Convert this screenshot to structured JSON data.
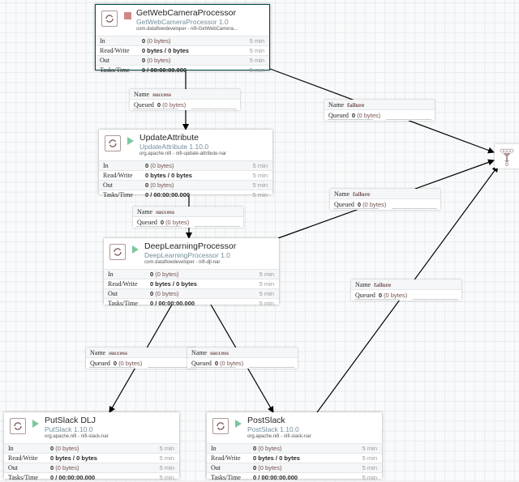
{
  "processors": [
    {
      "id": "get-web-camera-processor",
      "name": "GetWebCameraProcessor",
      "type": "GetWebCameraProcessor 1.0",
      "bundle": "com.dataflowdeveloper - nifi-GetWebCamera...",
      "state": "stopped",
      "selected": true,
      "stats": [
        {
          "label": "In",
          "value": "0",
          "detail": "(0 bytes)",
          "time": "5 min"
        },
        {
          "label": "Read/Write",
          "value": "0 bytes / 0 bytes",
          "detail": "",
          "time": "5 min"
        },
        {
          "label": "Out",
          "value": "0",
          "detail": "(0 bytes)",
          "time": "5 min"
        },
        {
          "label": "Tasks/Time",
          "value": "0 / 00:00:00.000",
          "detail": "",
          "time": "5 min"
        }
      ]
    },
    {
      "id": "update-attribute",
      "name": "UpdateAttribute",
      "type": "UpdateAttribute 1.10.0",
      "bundle": "org.apache.nifi - nifi-update-attribute-nar",
      "state": "running",
      "selected": false,
      "stats": [
        {
          "label": "In",
          "value": "0",
          "detail": "(0 bytes)",
          "time": "5 min"
        },
        {
          "label": "Read/Write",
          "value": "0 bytes / 0 bytes",
          "detail": "",
          "time": "5 min"
        },
        {
          "label": "Out",
          "value": "0",
          "detail": "(0 bytes)",
          "time": "5 min"
        },
        {
          "label": "Tasks/Time",
          "value": "0 / 00:00:00.000",
          "detail": "",
          "time": "5 min"
        }
      ]
    },
    {
      "id": "deep-learning-processor",
      "name": "DeepLearningProcessor",
      "type": "DeepLearningProcessor 1.0",
      "bundle": "com.dataflowdeveloper - nifi-djl-nar",
      "state": "running",
      "selected": false,
      "stats": [
        {
          "label": "In",
          "value": "0",
          "detail": "(0 bytes)",
          "time": "5 min"
        },
        {
          "label": "Read/Write",
          "value": "0 bytes / 0 bytes",
          "detail": "",
          "time": "5 min"
        },
        {
          "label": "Out",
          "value": "0",
          "detail": "(0 bytes)",
          "time": "5 min"
        },
        {
          "label": "Tasks/Time",
          "value": "0 / 00:00:00.000",
          "detail": "",
          "time": "5 min"
        }
      ]
    },
    {
      "id": "put-slack-djl",
      "name": "PutSlack DLJ",
      "type": "PutSlack 1.10.0",
      "bundle": "org.apache.nifi - nifi-slack-nar",
      "state": "running",
      "selected": false,
      "stats": [
        {
          "label": "In",
          "value": "0",
          "detail": "(0 bytes)",
          "time": "5 min"
        },
        {
          "label": "Read/Write",
          "value": "0 bytes / 0 bytes",
          "detail": "",
          "time": "5 min"
        },
        {
          "label": "Out",
          "value": "0",
          "detail": "(0 bytes)",
          "time": "5 min"
        },
        {
          "label": "Tasks/Time",
          "value": "0 / 00:00:00.000",
          "detail": "",
          "time": "5 min"
        }
      ]
    },
    {
      "id": "post-slack",
      "name": "PostSlack",
      "type": "PostSlack 1.10.0",
      "bundle": "org.apache.nifi - nifi-slack-nar",
      "state": "running",
      "selected": false,
      "stats": [
        {
          "label": "In",
          "value": "0",
          "detail": "(0 bytes)",
          "time": "5 min"
        },
        {
          "label": "Read/Write",
          "value": "0 bytes / 0 bytes",
          "detail": "",
          "time": "5 min"
        },
        {
          "label": "Out",
          "value": "0",
          "detail": "(0 bytes)",
          "time": "5 min"
        },
        {
          "label": "Tasks/Time",
          "value": "0 / 00:00:00.000",
          "detail": "",
          "time": "5 min"
        }
      ]
    }
  ],
  "connections": [
    {
      "name_label": "Name",
      "name": "success",
      "queued_label": "Queued",
      "count": "0",
      "bytes": "(0 bytes)"
    },
    {
      "name_label": "Name",
      "name": "failure",
      "queued_label": "Queued",
      "count": "0",
      "bytes": "(0 bytes)"
    },
    {
      "name_label": "Name",
      "name": "success",
      "queued_label": "Queued",
      "count": "0",
      "bytes": "(0 bytes)"
    },
    {
      "name_label": "Name",
      "name": "failure",
      "queued_label": "Queued",
      "count": "0",
      "bytes": "(0 bytes)"
    },
    {
      "name_label": "Name",
      "name": "failure",
      "queued_label": "Queued",
      "count": "0",
      "bytes": "(0 bytes)"
    },
    {
      "name_label": "Name",
      "name": "success",
      "queued_label": "Queued",
      "count": "0",
      "bytes": "(0 bytes)"
    },
    {
      "name_label": "Name",
      "name": "success",
      "queued_label": "Queued",
      "count": "0",
      "bytes": "(0 bytes)"
    }
  ],
  "funnel": {
    "icon": "funnel-icon"
  },
  "colors": {
    "stopped": "#d18686",
    "running": "#7dc7a0",
    "selected_border": "#004849",
    "type_text": "#728e9b",
    "value_text": "#775351"
  }
}
